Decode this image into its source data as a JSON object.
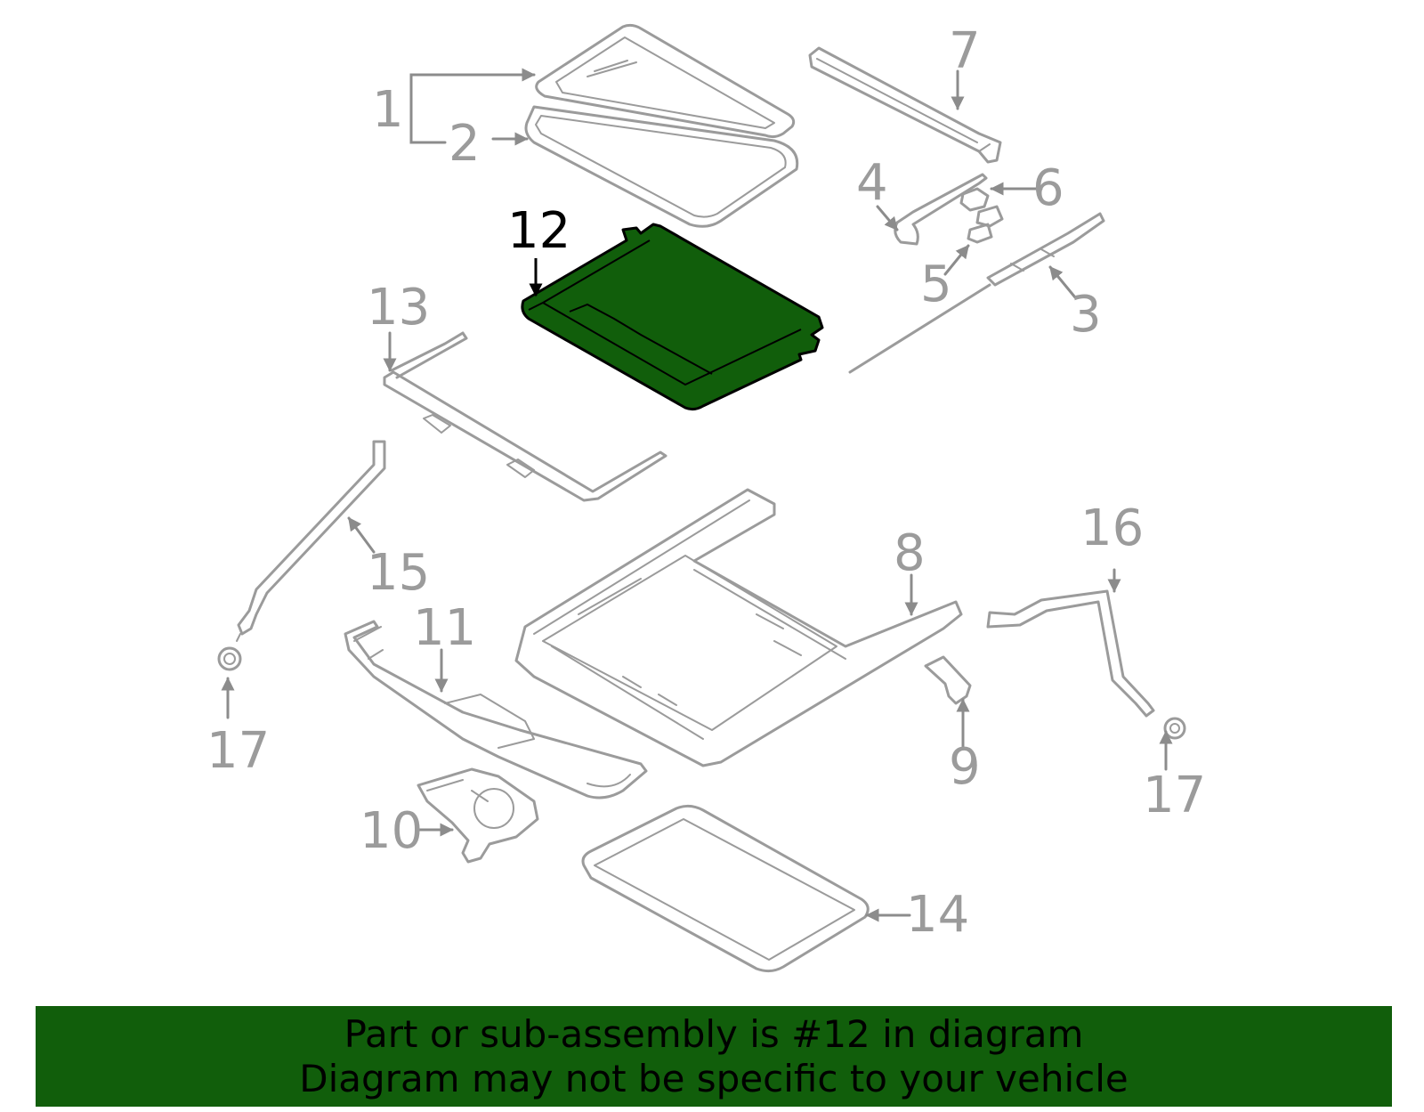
{
  "diagram": {
    "highlight_color": "#115e0b",
    "line_color": "#9b9b9b",
    "highlighted_callout": "12",
    "callouts": {
      "c1": "1",
      "c2": "2",
      "c3": "3",
      "c4": "4",
      "c5": "5",
      "c6": "6",
      "c7": "7",
      "c8": "8",
      "c9": "9",
      "c10": "10",
      "c11": "11",
      "c12": "12",
      "c13": "13",
      "c14": "14",
      "c15": "15",
      "c16": "16",
      "c17a": "17",
      "c17b": "17"
    }
  },
  "banner": {
    "background": "#115e0b",
    "line1": "Part or sub-assembly is #12 in diagram",
    "line2": "Diagram may not be specific to your vehicle"
  }
}
